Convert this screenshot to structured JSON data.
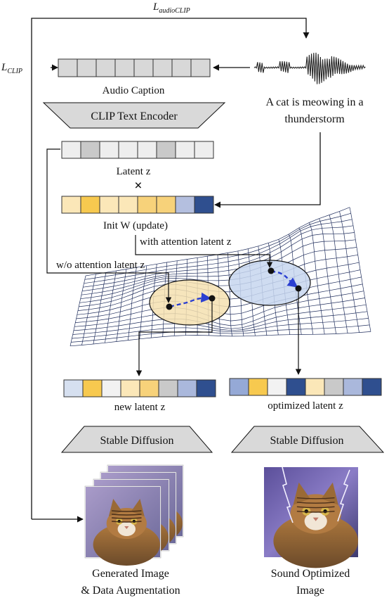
{
  "loss": {
    "audio_clip": "L",
    "audio_clip_sub": "audioCLIP",
    "clip": "L",
    "clip_sub": "CLIP"
  },
  "audio": {
    "caption_label": "Audio Caption",
    "text_line1": "A cat is meowing in a",
    "text_line2": "thunderstorm",
    "encoder_label": "CLIP Text Encoder"
  },
  "latent": {
    "label": "Latent z",
    "multiply_symbol": "×",
    "init_label": "Init W (update)",
    "with_attention": "with attention latent z",
    "without_attention": "w/o attention latent z",
    "new_label": "new  latent z",
    "optimized_label": "optimized  latent z"
  },
  "diffusion": {
    "left_label": "Stable Diffusion",
    "right_label": "Stable Diffusion"
  },
  "outputs": {
    "left_line1": "Generated Image",
    "left_line2": "& Data Augmentation",
    "right_line1": "Sound Optimized",
    "right_line2": "Image"
  },
  "colors": {
    "caption_cells": [
      "#d8d8d8",
      "#d8d8d8",
      "#d8d8d8",
      "#d8d8d8",
      "#d8d8d8",
      "#d8d8d8",
      "#d8d8d8",
      "#d8d8d8"
    ],
    "latent_cells": [
      "#eeeeee",
      "#c9c9c9",
      "#eeeeee",
      "#eeeeee",
      "#eeeeee",
      "#c9c9c9",
      "#eeeeee",
      "#eeeeee"
    ],
    "init_cells": [
      "#fbe7b8",
      "#f7c94f",
      "#fbe7b8",
      "#fbe7b8",
      "#f7d27a",
      "#f7d27a",
      "#b4bfdf",
      "#2f4f8f"
    ],
    "new_cells": [
      "#d6e0f0",
      "#f7c94f",
      "#f2f2f2",
      "#fbe7b8",
      "#f7d27a",
      "#c9c9c9",
      "#aab8dc",
      "#2f4f8f"
    ],
    "optimized_cells": [
      "#95a9d6",
      "#f7c94f",
      "#f2f2f2",
      "#2f4f8f",
      "#fbe7b8",
      "#c9c9c9",
      "#aab8dc",
      "#2f4f8f"
    ],
    "left_ellipse": "#f5e0b0",
    "right_ellipse": "#c7d6ee",
    "path_arrow": "#2b3fd1",
    "trapezoid": "#d9d9d9"
  }
}
